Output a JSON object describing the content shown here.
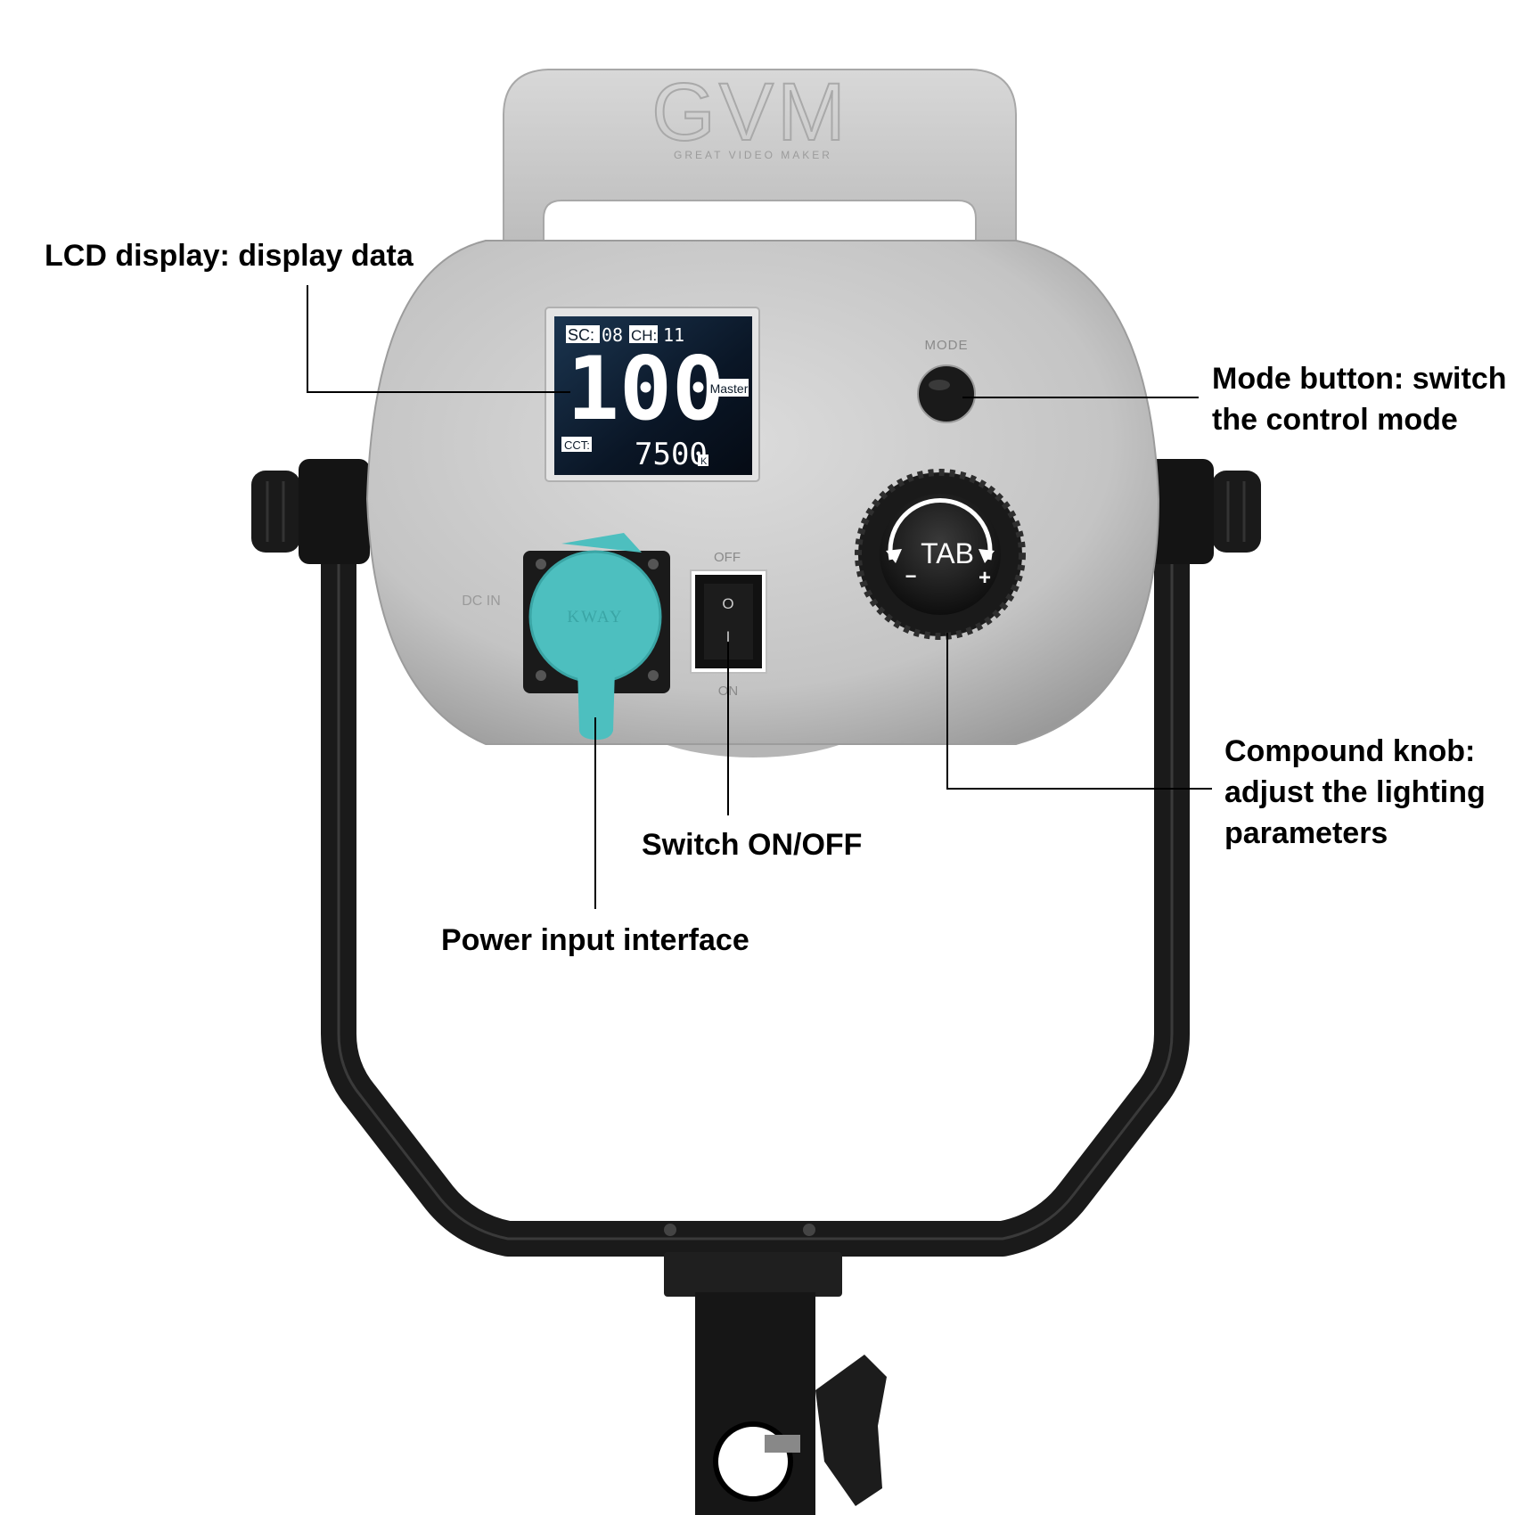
{
  "brand": {
    "logo_text": "GVM",
    "logo_subtext": "GREAT VIDEO MAKER"
  },
  "lcd": {
    "sc_label": "SC:",
    "sc_value": "08",
    "ch_label": "CH:",
    "ch_value": "11",
    "brightness": "100",
    "mode_tag": "Master",
    "cct_label": "CCT:",
    "cct_value": "7500",
    "cct_unit": "K"
  },
  "panel": {
    "mode_label": "MODE",
    "dc_in_label": "DC IN",
    "off_label": "OFF",
    "on_label": "ON",
    "switch_top_symbol": "O",
    "switch_bottom_symbol": "I",
    "connector_text": "KWAY",
    "knob_label": "TAB",
    "knob_minus": "−",
    "knob_plus": "+"
  },
  "callouts": {
    "lcd": "LCD display: display data",
    "mode_button": [
      "Mode button: switch",
      "the control mode"
    ],
    "knob": [
      "Compound knob:",
      "adjust the lighting",
      "parameters"
    ],
    "switch": "Switch ON/OFF",
    "power": "Power input interface"
  },
  "colors": {
    "body_silver": "#c9c9c9",
    "connector_teal": "#4dbfbf",
    "bracket_black": "#1a1a1a",
    "lcd_background": "#0d1b2a"
  }
}
